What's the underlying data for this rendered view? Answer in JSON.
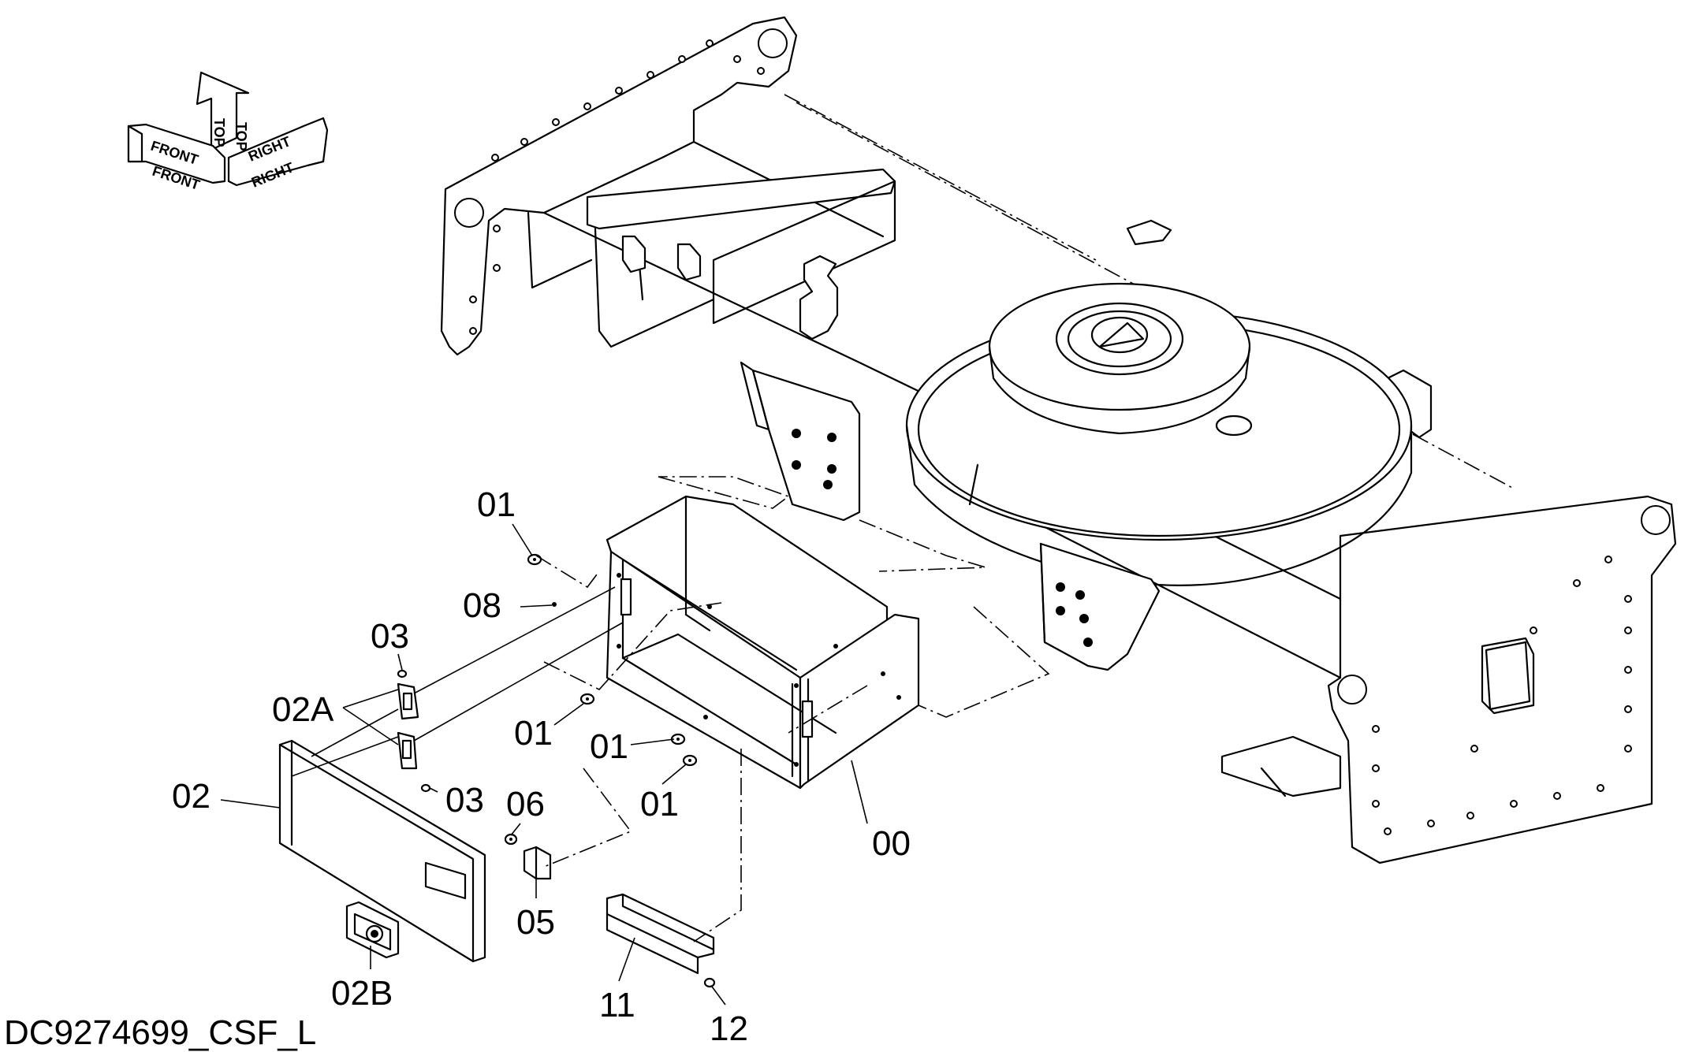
{
  "drawing_id": "DC9274699_CSF_L",
  "orientation": {
    "front": "FRONT",
    "top": "TOP",
    "right": "RIGHT"
  },
  "callouts": {
    "c00": "00",
    "c01a": "01",
    "c01b": "01",
    "c01c": "01",
    "c01d": "01",
    "c02": "02",
    "c02a": "02A",
    "c02b": "02B",
    "c03a": "03",
    "c03b": "03",
    "c05": "05",
    "c06": "06",
    "c08": "08",
    "c11": "11",
    "c12": "12"
  }
}
